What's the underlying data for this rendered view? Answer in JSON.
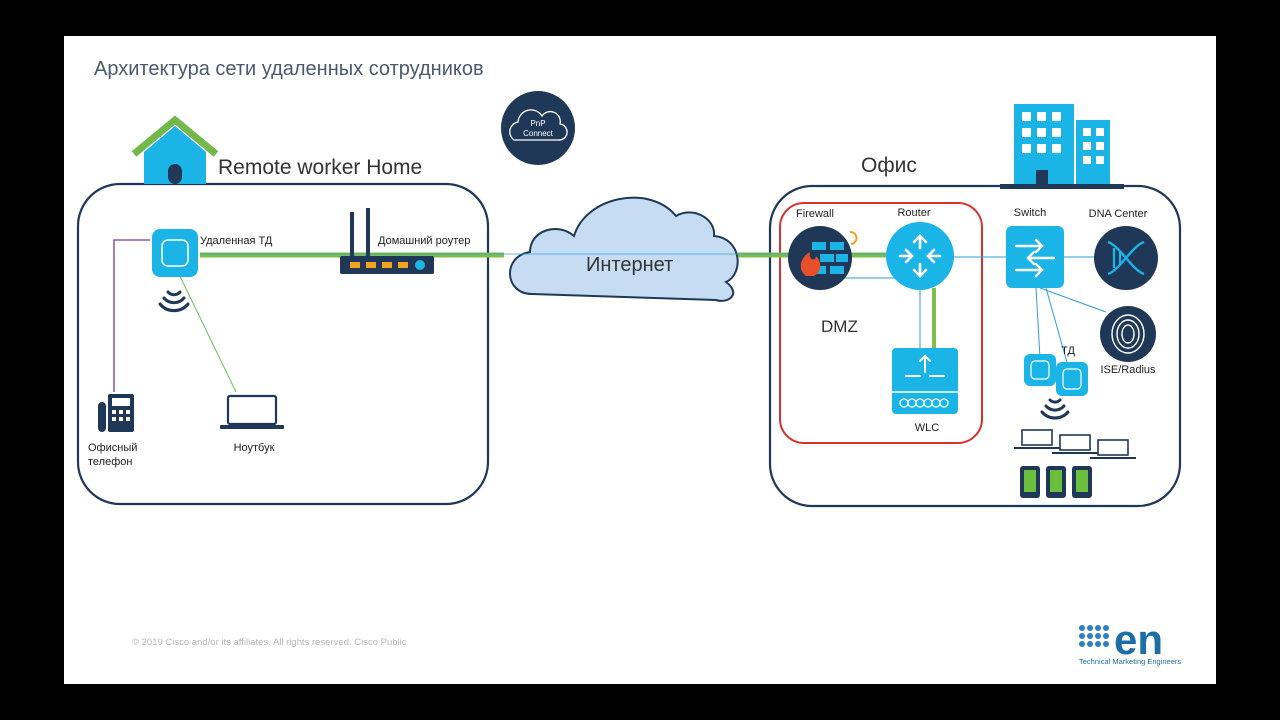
{
  "slide": {
    "title": "Архитектура сети удаленных сотрудников",
    "copyright": "© 2019  Cisco and/or its affiliates. All rights reserved.    Cisco Public"
  },
  "home": {
    "title": "Remote worker Home",
    "access_point": "Удаленная ТД",
    "home_router": "Домашний роутер",
    "office_phone": "Офисный\nтелефон",
    "laptop": "Ноутбук"
  },
  "cloud": {
    "pnp_line1": "PnP",
    "pnp_line2": "Connect",
    "internet": "Интернет"
  },
  "office": {
    "title": "Офис",
    "firewall": "Firewall",
    "router": "Router",
    "switch": "Switch",
    "dna_center": "DNA Center",
    "dmz": "DMZ",
    "wlc": "WLC",
    "ap": "ТД",
    "ise": "ISE/Radius"
  },
  "brand": {
    "logo_text": "en",
    "tagline": "Technical Marketing Engineers"
  },
  "colors": {
    "cisco_blue": "#1bb4e6",
    "dark_navy": "#203858",
    "link_green": "#7ebf4a",
    "dmz_red": "#d93030",
    "cloud_fill": "#c6dcf2"
  }
}
